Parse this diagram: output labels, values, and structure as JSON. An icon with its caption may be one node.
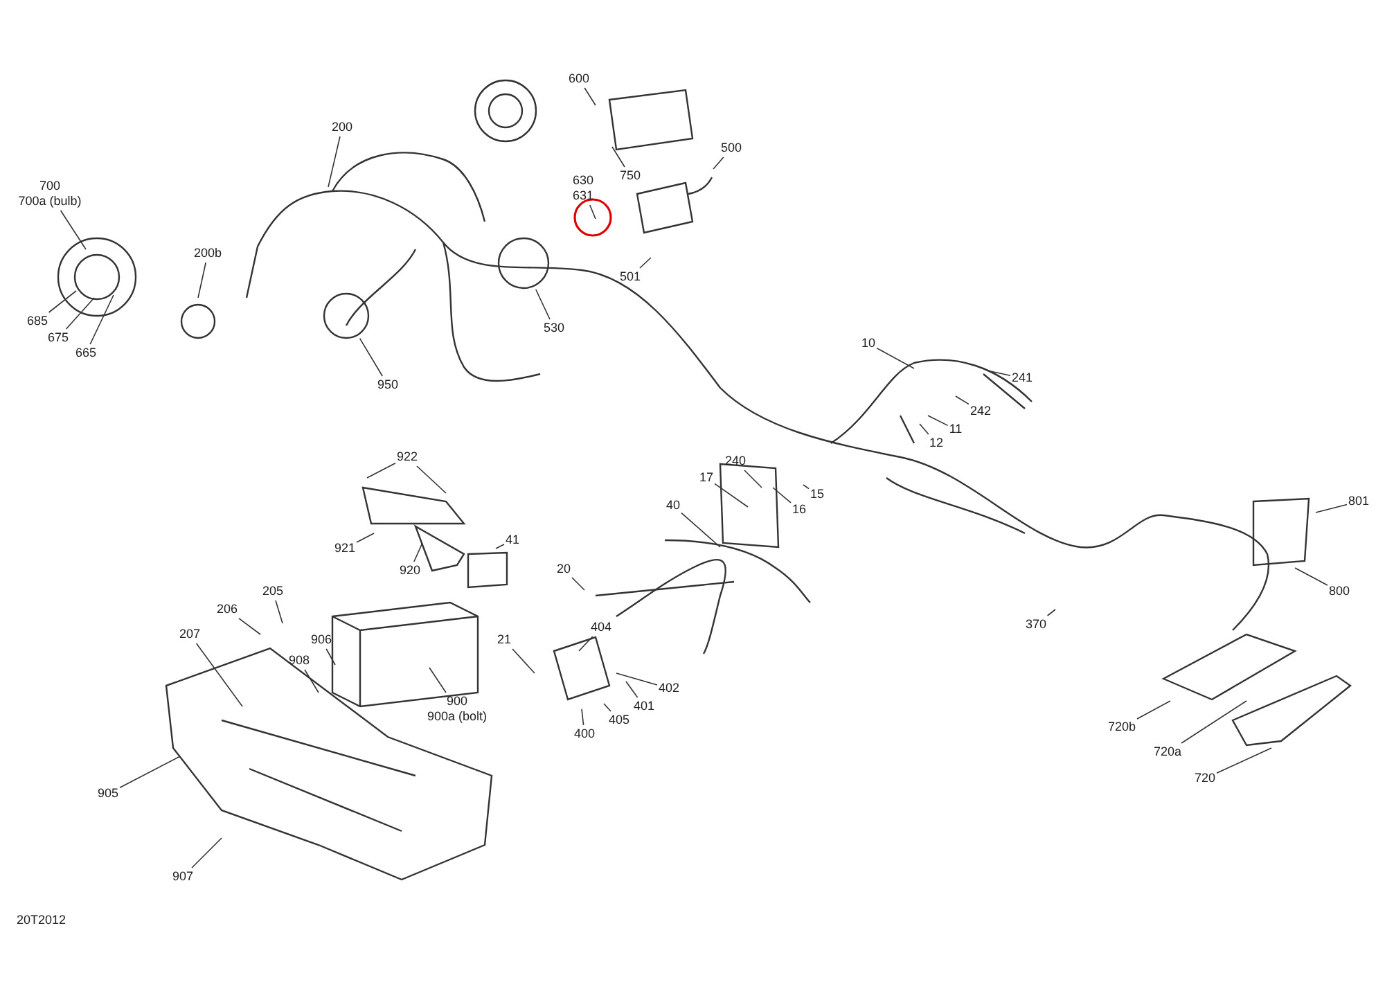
{
  "diagram": {
    "nodes": [
      {
        "text": [
          "600"
        ]
      },
      {
        "text": [
          "200"
        ]
      },
      {
        "text": [
          "500"
        ]
      },
      {
        "text": [
          "750"
        ]
      },
      {
        "text": [
          "630",
          "631"
        ]
      },
      {
        "text": [
          "700",
          "700a (bulb)"
        ]
      },
      {
        "text": [
          "200b"
        ]
      },
      {
        "text": [
          "501"
        ]
      },
      {
        "text": [
          "685"
        ]
      },
      {
        "text": [
          "530"
        ]
      },
      {
        "text": [
          "675"
        ]
      },
      {
        "text": [
          "10"
        ]
      },
      {
        "text": [
          "665"
        ]
      },
      {
        "text": [
          "241"
        ]
      },
      {
        "text": [
          "950"
        ]
      },
      {
        "text": [
          "242"
        ]
      },
      {
        "text": [
          "11"
        ]
      },
      {
        "text": [
          "12"
        ]
      },
      {
        "text": [
          "922"
        ]
      },
      {
        "text": [
          "240"
        ]
      },
      {
        "text": [
          "17"
        ]
      },
      {
        "text": [
          "15"
        ]
      },
      {
        "text": [
          "801"
        ]
      },
      {
        "text": [
          "40"
        ]
      },
      {
        "text": [
          "16"
        ]
      },
      {
        "text": [
          "41"
        ]
      },
      {
        "text": [
          "921"
        ]
      },
      {
        "text": [
          "20"
        ]
      },
      {
        "text": [
          "920"
        ]
      },
      {
        "text": [
          "800"
        ]
      },
      {
        "text": [
          "205"
        ]
      },
      {
        "text": [
          "206"
        ]
      },
      {
        "text": [
          "370"
        ]
      },
      {
        "text": [
          "404"
        ]
      },
      {
        "text": [
          "207"
        ]
      },
      {
        "text": [
          "21"
        ]
      },
      {
        "text": [
          "906"
        ]
      },
      {
        "text": [
          "908"
        ]
      },
      {
        "text": [
          "402"
        ]
      },
      {
        "text": [
          "900",
          "900a (bolt)"
        ]
      },
      {
        "text": [
          "401"
        ]
      },
      {
        "text": [
          "405"
        ]
      },
      {
        "text": [
          "720b"
        ]
      },
      {
        "text": [
          "400"
        ]
      },
      {
        "text": [
          "720a"
        ]
      },
      {
        "text": [
          "720"
        ]
      },
      {
        "text": [
          "905"
        ]
      },
      {
        "text": [
          "907"
        ]
      }
    ],
    "edges": [
      {
        "from": 0,
        "to": null,
        "arrow": "none"
      },
      {
        "from": 1,
        "to": null,
        "arrow": "none"
      },
      {
        "from": 2,
        "to": null,
        "arrow": "none"
      },
      {
        "from": 3,
        "to": null,
        "arrow": "none"
      },
      {
        "from": 4,
        "to": null,
        "arrow": "none"
      },
      {
        "from": 5,
        "to": null,
        "arrow": "none"
      },
      {
        "from": 6,
        "to": null,
        "arrow": "none"
      },
      {
        "from": 7,
        "to": null,
        "arrow": "none"
      },
      {
        "from": 8,
        "to": null,
        "arrow": "none"
      },
      {
        "from": 9,
        "to": null,
        "arrow": "none"
      },
      {
        "from": 10,
        "to": null,
        "arrow": "none"
      },
      {
        "from": 11,
        "to": null,
        "arrow": "none"
      },
      {
        "from": 12,
        "to": null,
        "arrow": "none"
      },
      {
        "from": 13,
        "to": null,
        "arrow": "none"
      },
      {
        "from": 14,
        "to": null,
        "arrow": "none"
      },
      {
        "from": 15,
        "to": null,
        "arrow": "none"
      },
      {
        "from": 16,
        "to": null,
        "arrow": "none"
      },
      {
        "from": 17,
        "to": null,
        "arrow": "none"
      },
      {
        "from": 18,
        "to": null,
        "arrow": "none"
      },
      {
        "from": 18,
        "to": null,
        "arrow": "none"
      },
      {
        "from": 19,
        "to": null,
        "arrow": "none"
      },
      {
        "from": 20,
        "to": null,
        "arrow": "none"
      },
      {
        "from": 21,
        "to": null,
        "arrow": "none"
      },
      {
        "from": 22,
        "to": null,
        "arrow": "none"
      },
      {
        "from": 23,
        "to": null,
        "arrow": "none"
      },
      {
        "from": 24,
        "to": null,
        "arrow": "none"
      },
      {
        "from": 25,
        "to": null,
        "arrow": "none"
      },
      {
        "from": 26,
        "to": null,
        "arrow": "none"
      },
      {
        "from": 27,
        "to": null,
        "arrow": "none"
      },
      {
        "from": 28,
        "to": null,
        "arrow": "none"
      },
      {
        "from": 29,
        "to": null,
        "arrow": "none"
      },
      {
        "from": 30,
        "to": null,
        "arrow": "none"
      },
      {
        "from": 31,
        "to": null,
        "arrow": "none"
      },
      {
        "from": 32,
        "to": null,
        "arrow": "none"
      },
      {
        "from": 33,
        "to": null,
        "arrow": "none"
      },
      {
        "from": 34,
        "to": null,
        "arrow": "none"
      },
      {
        "from": 35,
        "to": null,
        "arrow": "none"
      },
      {
        "from": 36,
        "to": null,
        "arrow": "none"
      },
      {
        "from": 37,
        "to": null,
        "arrow": "none"
      },
      {
        "from": 38,
        "to": null,
        "arrow": "none"
      },
      {
        "from": 39,
        "to": null,
        "arrow": "none"
      },
      {
        "from": 40,
        "to": null,
        "arrow": "none"
      },
      {
        "from": 41,
        "to": null,
        "arrow": "none"
      },
      {
        "from": 42,
        "to": null,
        "arrow": "none"
      },
      {
        "from": 43,
        "to": null,
        "arrow": "none"
      },
      {
        "from": 44,
        "to": null,
        "arrow": "none"
      },
      {
        "from": 45,
        "to": null,
        "arrow": "none"
      },
      {
        "from": 46,
        "to": null,
        "arrow": "none"
      },
      {
        "from": 47,
        "to": null,
        "arrow": "none"
      }
    ],
    "labels": [
      "20T2012"
    ]
  }
}
